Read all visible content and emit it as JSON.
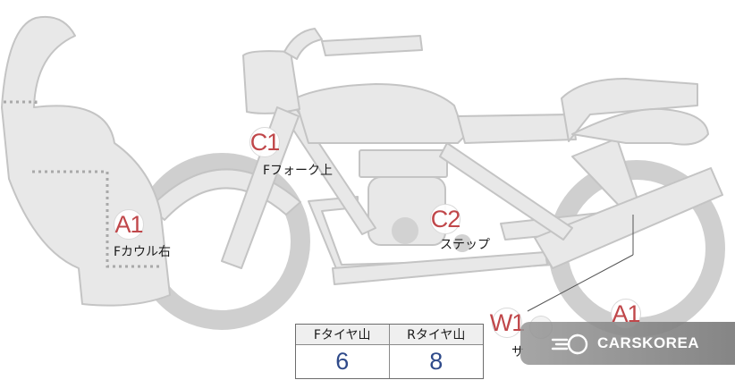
{
  "markers": {
    "c1": "C1",
    "c2": "C2",
    "a1_front": "A1",
    "a1_rear": "A1",
    "w1": "W1"
  },
  "labels": {
    "fork_upper": "Fフォーク上",
    "cowl_right": "Fカウル右",
    "step": "ステップ",
    "partial_w1": "サ"
  },
  "tread": {
    "front_header": "Fタイヤ山",
    "rear_header": "Rタイヤ山",
    "front_value": "6",
    "rear_value": "8"
  },
  "watermark": {
    "text": "CARSKOREA",
    "logo": "carskorea-logo-icon"
  },
  "colors": {
    "marker_text": "#c0474a",
    "value_text": "#2f4a8a",
    "bike_fill": "#e8e8e8",
    "bike_stroke": "#c6c6c6"
  }
}
